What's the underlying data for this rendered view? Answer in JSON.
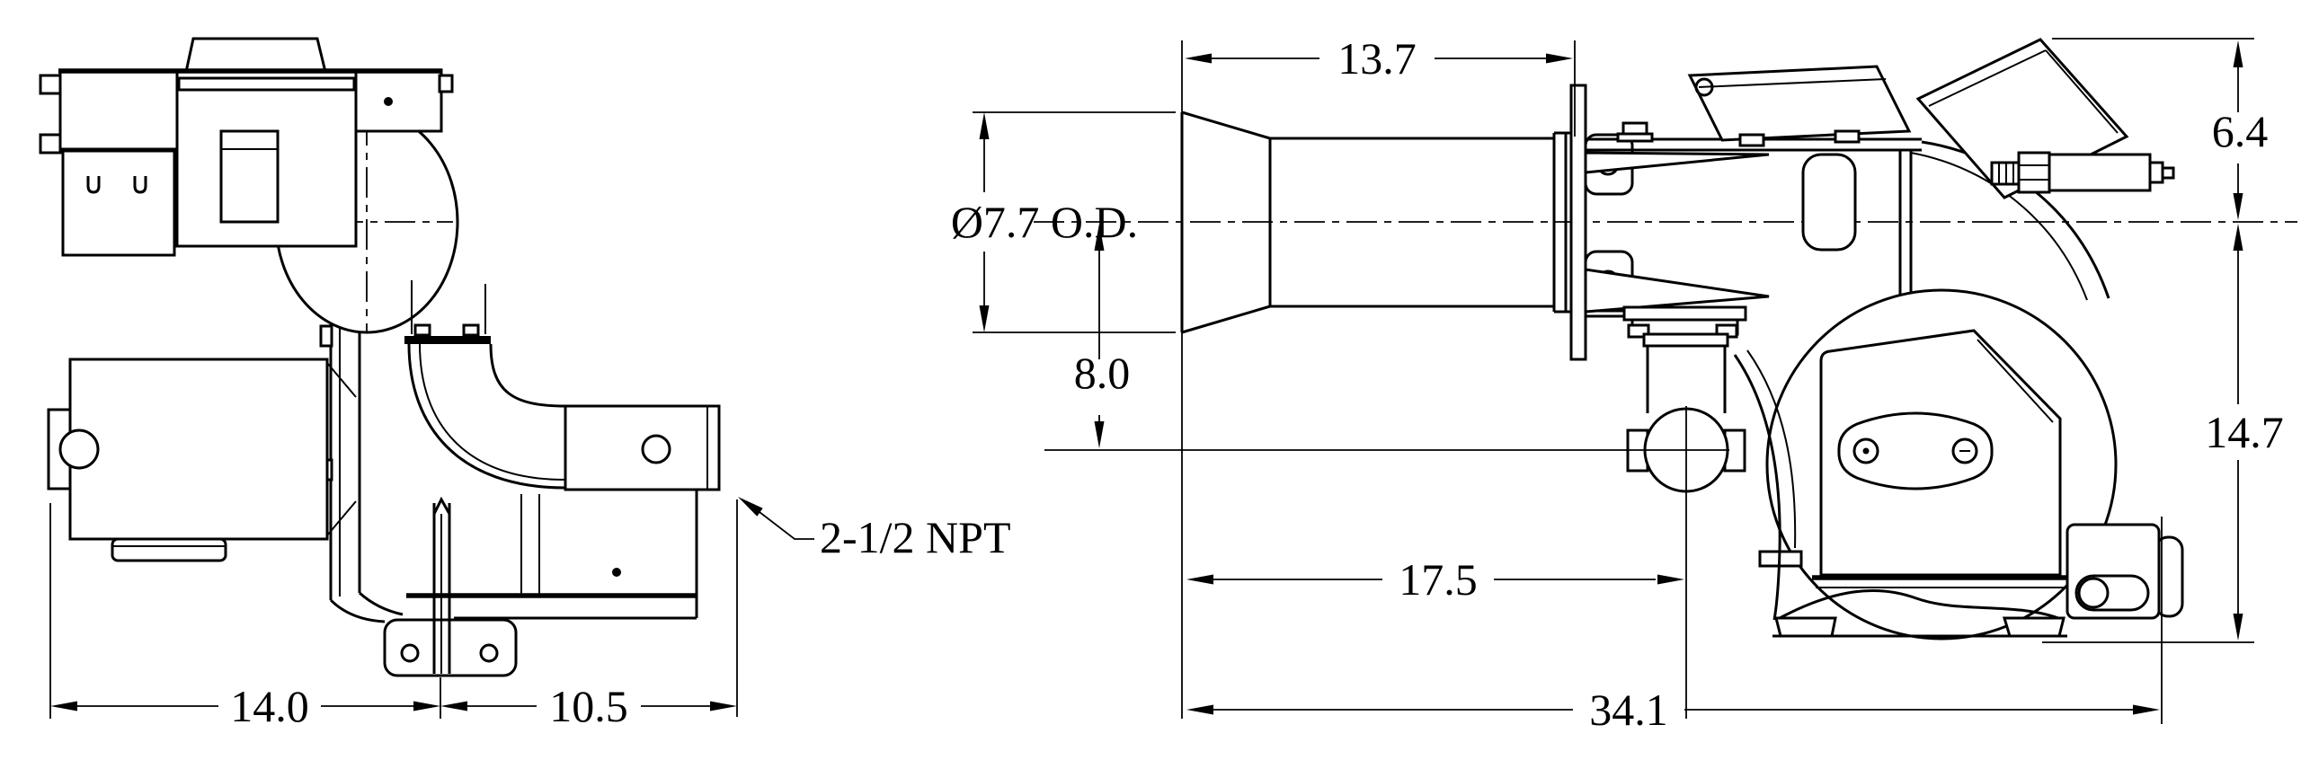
{
  "drawing": {
    "kind": "burner-dimension-drawing",
    "background": "#ffffff",
    "line_color": "#000000",
    "front_view": {
      "dimensions": {
        "motor_side_width": "14.0",
        "pipe_side_width": "10.5"
      },
      "labels": {
        "gas_connection": "2-1/2 NPT"
      }
    },
    "side_view": {
      "dimensions": {
        "blast_tube_length": "13.7",
        "blast_tube_od": "Ø7.7 O.D.",
        "centerline_to_gas_inlet": "8.0",
        "tube_face_to_gas_inlet_center": "17.5",
        "overall_length": "34.1",
        "centerline_to_top": "6.4",
        "centerline_to_bottom": "14.7"
      }
    }
  }
}
